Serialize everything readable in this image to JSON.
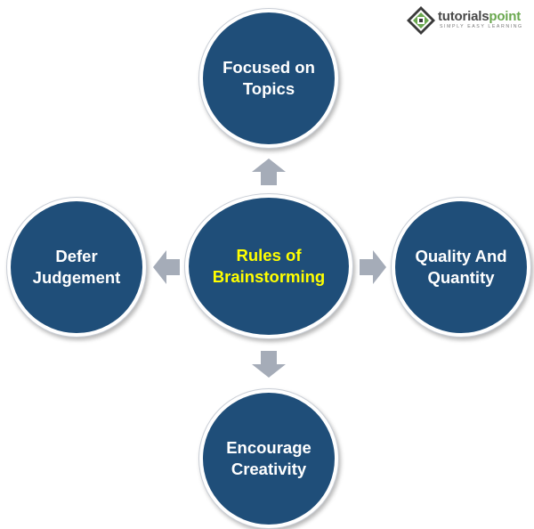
{
  "logo": {
    "name_part1": "tutorials",
    "name_part2": "point",
    "tagline": "SIMPLY EASY LEARNING"
  },
  "diagram": {
    "center": "Rules of\nBrainstorming",
    "top": "Focused on\nTopics",
    "left": "Defer\nJudgement",
    "right": "Quality And\nQuantity",
    "bottom": "Encourage\nCreativity"
  },
  "colors": {
    "circle_fill": "#1f4e79",
    "center_text": "#ffff00",
    "node_text": "#ffffff",
    "arrow": "#a5acb8"
  },
  "icons": {
    "arrow_up": "arrow-up-icon",
    "arrow_down": "arrow-down-icon",
    "arrow_left": "arrow-left-icon",
    "arrow_right": "arrow-right-icon"
  }
}
